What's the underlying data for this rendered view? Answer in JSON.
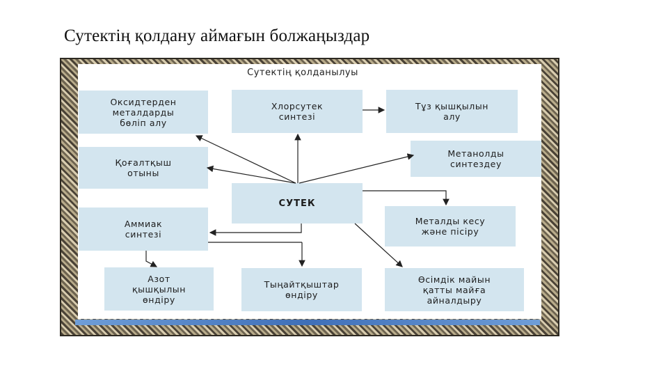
{
  "slide": {
    "title": "Сутектің қолдану аймағын болжаңыздар"
  },
  "diagram": {
    "heading": "Сутектің қолданылуы",
    "center": "СУТЕК",
    "boxes": {
      "oxides": "Оксидтерден\nметалдарды\nбөліп алу",
      "hcl": "Хлорсутек\nсинтезі",
      "acid": "Тұз қышқылын\nалу",
      "fuel": "Қоғалтқыш\nотыны",
      "methanol": "Метанолды\nсинтездеу",
      "ammonia": "Аммиак\nсинтезі",
      "metal_cut": "Металды кесу\nжәне пісіру",
      "nitric": "Азот\nқышқылын\nөндіру",
      "fertilizer": "Тыңайтқыштар\nөндіру",
      "oil": "Өсімдік майын\nқатты майға\nайналдыру"
    },
    "colors": {
      "box": "#d3e5ef",
      "arrow": "#222222",
      "stripe": "#3f6fb8"
    }
  }
}
